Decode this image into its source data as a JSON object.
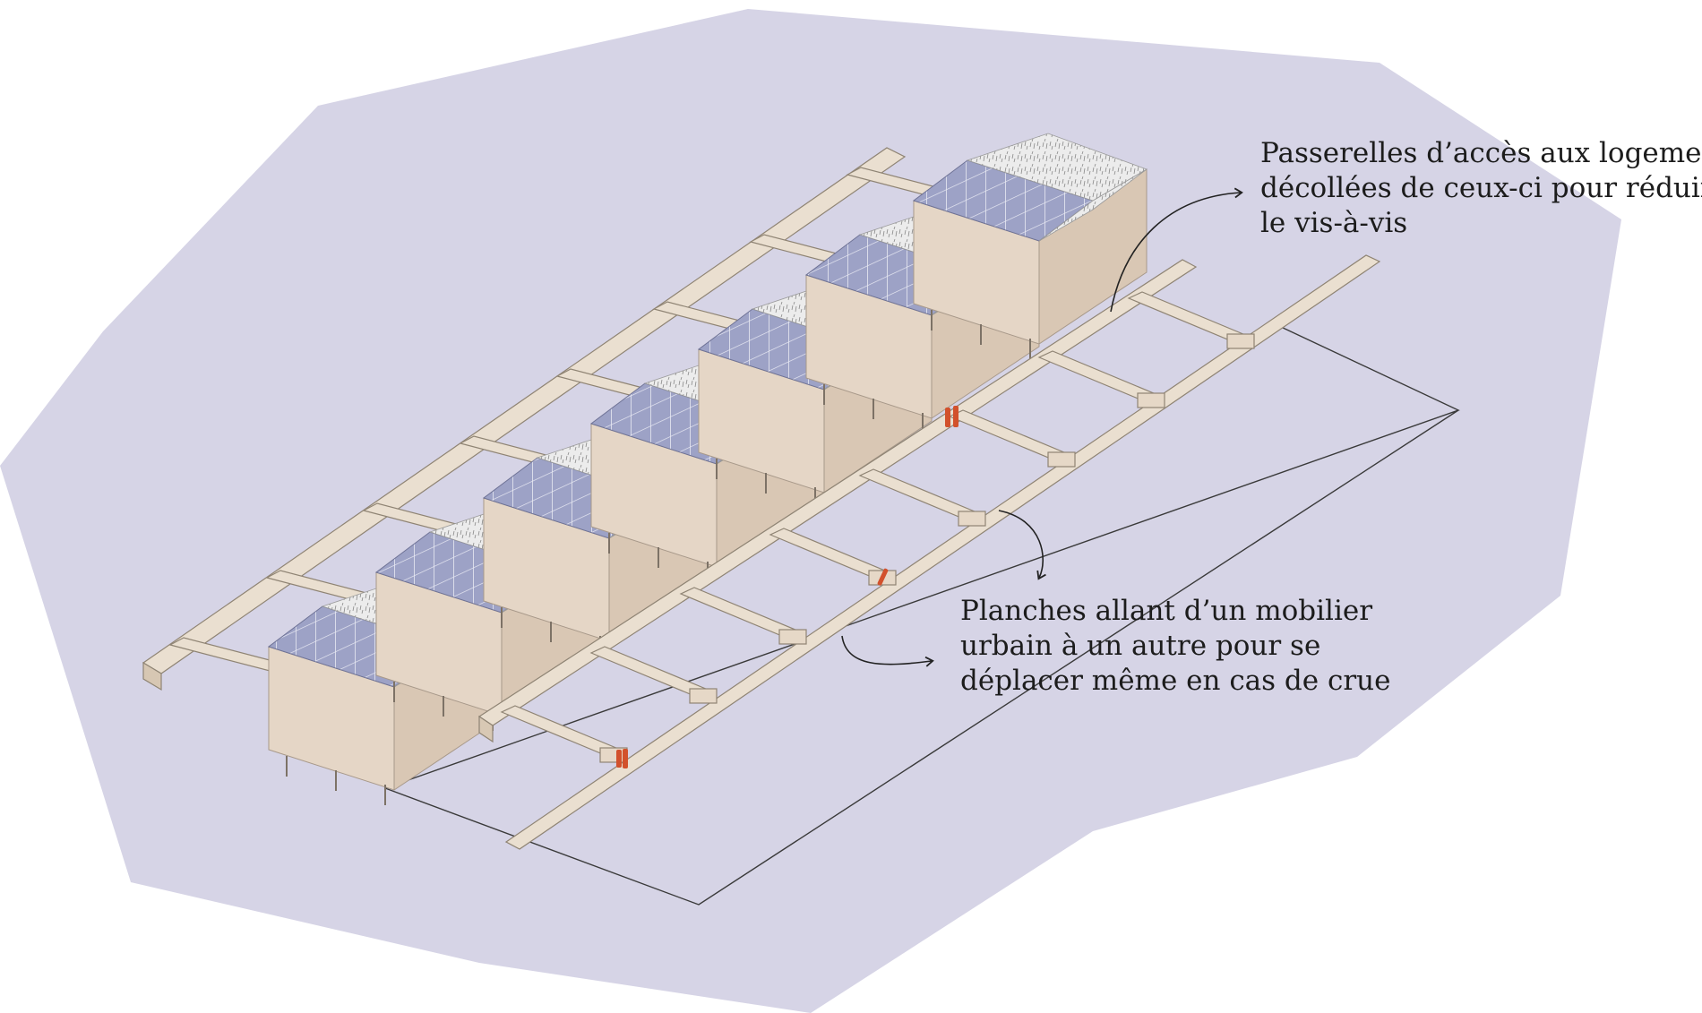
{
  "annotations": {
    "top": [
      "Passerelles d’accès aux logements,",
      "décollées de ceux-ci pour réduire",
      "le vis-à-vis"
    ],
    "middle": [
      "Planches allant d’un mobilier",
      "urbain à un autre pour se",
      "déplacer même en cas de crue"
    ]
  },
  "colors": {
    "ground": "#d6d4e6",
    "structure": "#eadfd0",
    "structure_edge": "#8f8474",
    "wall": "#e3d3c2",
    "solar_panel": "#9aa0c4",
    "roof_garden": "#e6e6e6",
    "figures": "#d2512c",
    "outline": "#333333"
  },
  "icons": [
    "curved-arrow-icon",
    "person-figure-icon"
  ]
}
